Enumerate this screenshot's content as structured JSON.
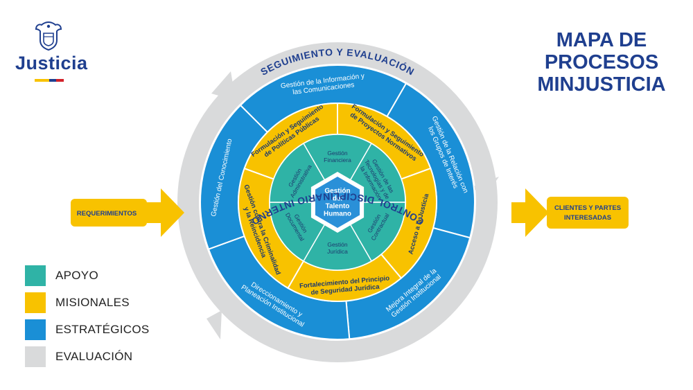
{
  "header": {
    "logo_text": "Justicia",
    "title_lines": [
      "MAPA DE",
      "PROCESOS",
      "MINJUSTICIA"
    ]
  },
  "colors": {
    "apoyo": "#2fb3a6",
    "misionales": "#f8c200",
    "estrategicos": "#1a8fd6",
    "evaluacion": "#d9dadb",
    "brand_blue": "#1f3f8f",
    "flag": [
      "#f8c200",
      "#1f3f8f",
      "#d3222a"
    ]
  },
  "diagram": {
    "outer_ring": {
      "top_label": "SEGUIMIENTO Y EVALUACIÓN",
      "bottom_label": "CONTROL DISCIPLINARIO INTERNO"
    },
    "strategic": [
      {
        "lines": [
          "Gestión de la Información y",
          "las Comunicaciones"
        ]
      },
      {
        "lines": [
          "Gestión de la Relación con",
          "los Grupos de Interés"
        ]
      },
      {
        "lines": [
          "Mejora Integral de la",
          "Gestión Institucional"
        ]
      },
      {
        "lines": [
          "Direccionamiento y",
          "Planeación Institucional"
        ]
      },
      {
        "lines": [
          "Gestión del Conocimiento"
        ]
      }
    ],
    "missional": [
      {
        "lines": [
          "Formulación y Seguimiento",
          "de Proyectos Normativos"
        ]
      },
      {
        "lines": [
          "Acceso a la Justicia"
        ]
      },
      {
        "lines": [
          "Fortalecimiento del Principio",
          "de Seguridad Jurídica"
        ]
      },
      {
        "lines": [
          "Gestión contra la Criminalidad",
          "y la Reincidencia"
        ]
      },
      {
        "lines": [
          "Formulación y Seguimiento",
          "de Políticas Públicas"
        ]
      }
    ],
    "support": [
      {
        "lines": [
          "Gestión",
          "Financiera"
        ]
      },
      {
        "lines": [
          "Gestión de las",
          "Tecnologías y de",
          "la Información"
        ]
      },
      {
        "lines": [
          "Gestión",
          "Contractual"
        ]
      },
      {
        "lines": [
          "Gestión",
          "Jurídica"
        ]
      },
      {
        "lines": [
          "Gestión",
          "Documental"
        ]
      },
      {
        "lines": [
          "Gestión",
          "Administrativa"
        ]
      }
    ],
    "center": {
      "lines": [
        "Gestión",
        "del",
        "Talento",
        "Humano"
      ]
    },
    "input": {
      "label": "REQUERIMIENTOS"
    },
    "output": {
      "lines": [
        "CLIENTES Y PARTES",
        "INTERESADAS"
      ]
    }
  },
  "legend": [
    {
      "label": "APOYO",
      "color": "#2fb3a6"
    },
    {
      "label": "MISIONALES",
      "color": "#f8c200"
    },
    {
      "label": "ESTRATÉGICOS",
      "color": "#1a8fd6"
    },
    {
      "label": "EVALUACIÓN",
      "color": "#d9dadb"
    }
  ]
}
